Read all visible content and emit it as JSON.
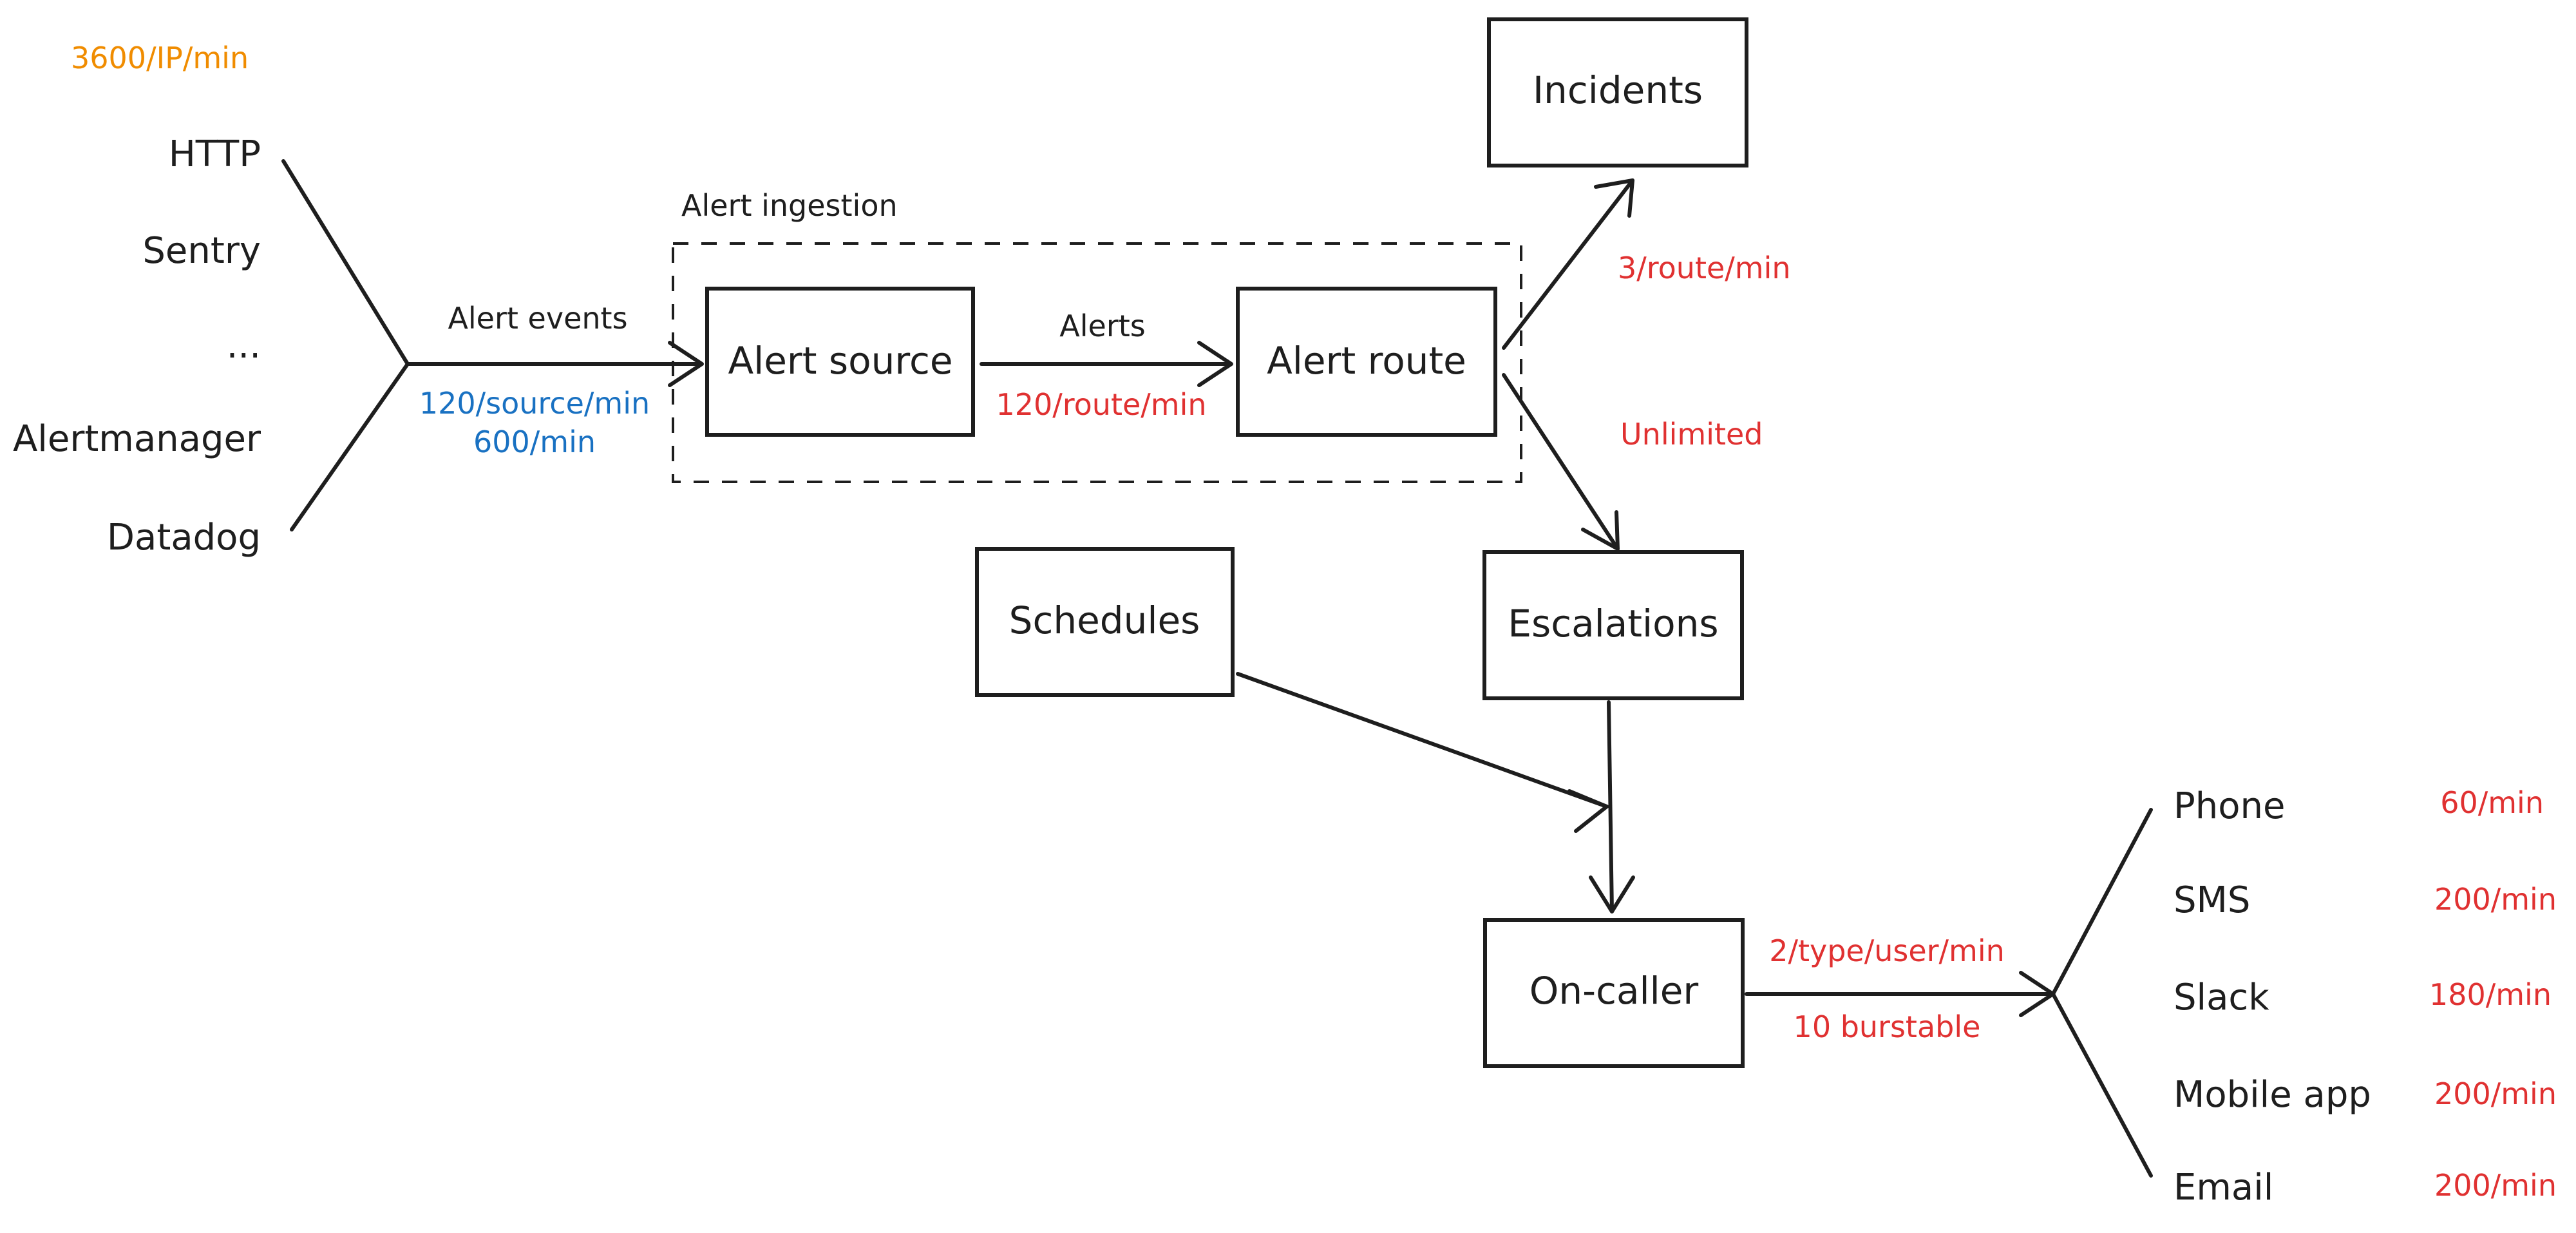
{
  "global_rate": "3600/IP/min",
  "sources": {
    "items": [
      "HTTP",
      "Sentry",
      "...",
      "Alertmanager",
      "Datadog"
    ]
  },
  "ingestion_group": {
    "label": "Alert ingestion"
  },
  "nodes": {
    "alert_source": "Alert source",
    "alert_route": "Alert route",
    "incidents": "Incidents",
    "escalations": "Escalations",
    "schedules": "Schedules",
    "on_caller": "On-caller"
  },
  "edges": {
    "alert_events": {
      "label": "Alert events",
      "rate_per_source": "120/source/min",
      "rate_total": "600/min"
    },
    "alerts": {
      "label": "Alerts",
      "rate": "120/route/min"
    },
    "route_to_incidents": {
      "rate": "3/route/min"
    },
    "route_to_escalations": {
      "rate": "Unlimited"
    },
    "notifications": {
      "rate": "2/type/user/min",
      "burst": "10 burstable"
    }
  },
  "channels": [
    {
      "name": "Phone",
      "rate": "60/min"
    },
    {
      "name": "SMS",
      "rate": "200/min"
    },
    {
      "name": "Slack",
      "rate": "180/min"
    },
    {
      "name": "Mobile app",
      "rate": "200/min"
    },
    {
      "name": "Email",
      "rate": "200/min"
    }
  ],
  "colors": {
    "ink": "#1e1e1e",
    "rate_red": "#e03131",
    "rate_blue": "#1971c2",
    "rate_orange": "#f08c00"
  }
}
